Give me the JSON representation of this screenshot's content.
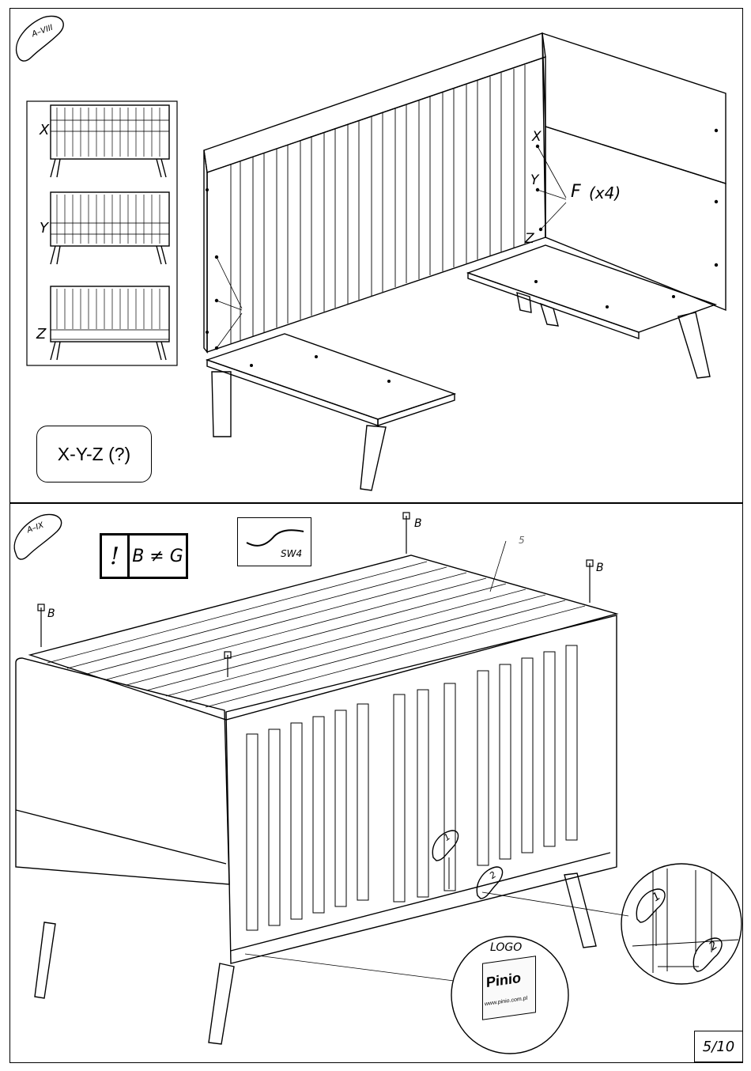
{
  "top_panel": {
    "step_badge": "A–VIII",
    "view_labels": [
      "X",
      "Y",
      "Z"
    ],
    "callout_x": "X",
    "callout_y": "Y",
    "callout_z": "Z",
    "fastener_label": "F",
    "fastener_qty": "(x4)",
    "question_box": "X-Y-Z (?)"
  },
  "bottom_panel": {
    "step_badge": "A–IX",
    "warning_mark": "!",
    "warning_text": "B ≠ G",
    "tool_label": "SW4",
    "screw_labels": [
      "B",
      "B",
      "B"
    ],
    "part_number": "5",
    "step_1": "1",
    "step_2": "2",
    "logo_caption": "LOGO",
    "logo_brand": "Pinio",
    "logo_url": "www.pinio.com.pl"
  },
  "page_number": "5/10"
}
